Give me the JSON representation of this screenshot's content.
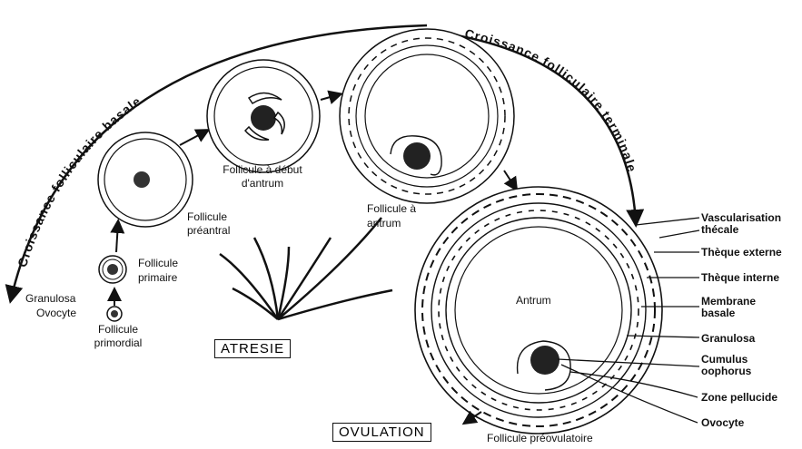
{
  "arcs": {
    "basal": "Croissance folliculaire basale",
    "terminal": "Croissance folliculaire terminale"
  },
  "stages": {
    "primordial": "Follicule primordial",
    "primaire": "Follicule primaire",
    "preantral": "Follicule préantral",
    "debut_antrum": "Follicule à début d'antrum",
    "antrum": "Follicule à antrum",
    "preovulatoire": "Follicule préovulatoire"
  },
  "primordial_labels": {
    "granulosa": "Granulosa",
    "ovocyte": "Ovocyte"
  },
  "boxes": {
    "atresie": "ATRESIE",
    "ovulation": "OVULATION"
  },
  "antrum_label": "Antrum",
  "structure_labels": {
    "vascularisation": "Vascularisation thécale",
    "theque_externe": "Thèque externe",
    "theque_interne": "Thèque interne",
    "membrane": "Membrane basale",
    "granulosa": "Granulosa",
    "cumulus": "Cumulus oophorus",
    "zone": "Zone pellucide",
    "ovocyte": "Ovocyte"
  }
}
